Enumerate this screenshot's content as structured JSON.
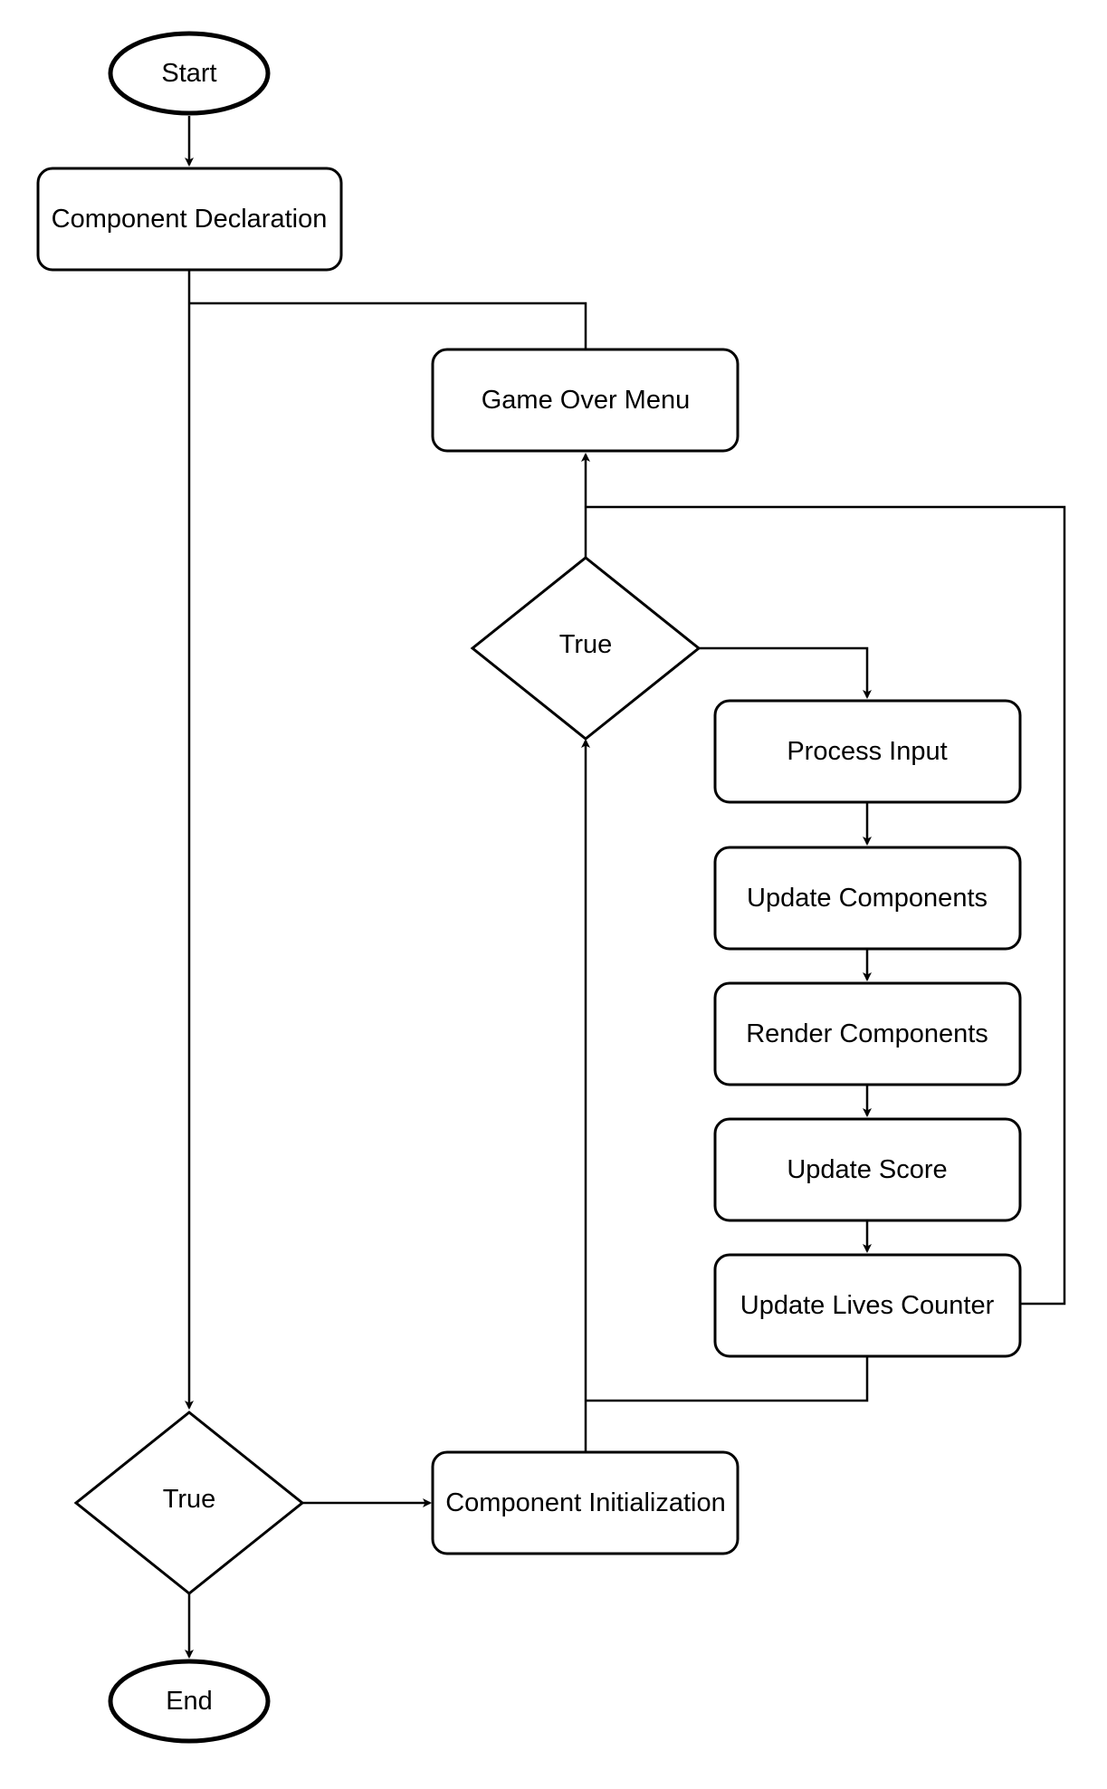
{
  "nodes": {
    "start": {
      "label": "Start",
      "shape": "ellipse"
    },
    "declaration": {
      "label": "Component Declaration",
      "shape": "rounded-rect"
    },
    "game_over": {
      "label": "Game Over Menu",
      "shape": "rounded-rect"
    },
    "loop_condition": {
      "label": "True",
      "shape": "diamond"
    },
    "process_input": {
      "label": "Process Input",
      "shape": "rounded-rect"
    },
    "update_components": {
      "label": "Update Components",
      "shape": "rounded-rect"
    },
    "render_components": {
      "label": "Render Components",
      "shape": "rounded-rect"
    },
    "update_score": {
      "label": "Update Score",
      "shape": "rounded-rect"
    },
    "update_lives": {
      "label": "Update Lives Counter",
      "shape": "rounded-rect"
    },
    "main_condition": {
      "label": "True",
      "shape": "diamond"
    },
    "initialization": {
      "label": "Component Initialization",
      "shape": "rounded-rect"
    },
    "end": {
      "label": "End",
      "shape": "ellipse"
    }
  },
  "edges": [
    {
      "from": "start",
      "to": "declaration"
    },
    {
      "from": "declaration",
      "to": "main_condition"
    },
    {
      "from": "game_over",
      "to": "main_condition"
    },
    {
      "from": "main_condition",
      "to": "initialization"
    },
    {
      "from": "main_condition",
      "to": "end"
    },
    {
      "from": "initialization",
      "to": "loop_condition"
    },
    {
      "from": "loop_condition",
      "to": "game_over"
    },
    {
      "from": "loop_condition",
      "to": "process_input"
    },
    {
      "from": "process_input",
      "to": "update_components"
    },
    {
      "from": "update_components",
      "to": "render_components"
    },
    {
      "from": "render_components",
      "to": "update_score"
    },
    {
      "from": "update_score",
      "to": "update_lives"
    },
    {
      "from": "update_lives",
      "to": "loop_condition"
    },
    {
      "from": "update_lives",
      "to": "game_over"
    }
  ]
}
